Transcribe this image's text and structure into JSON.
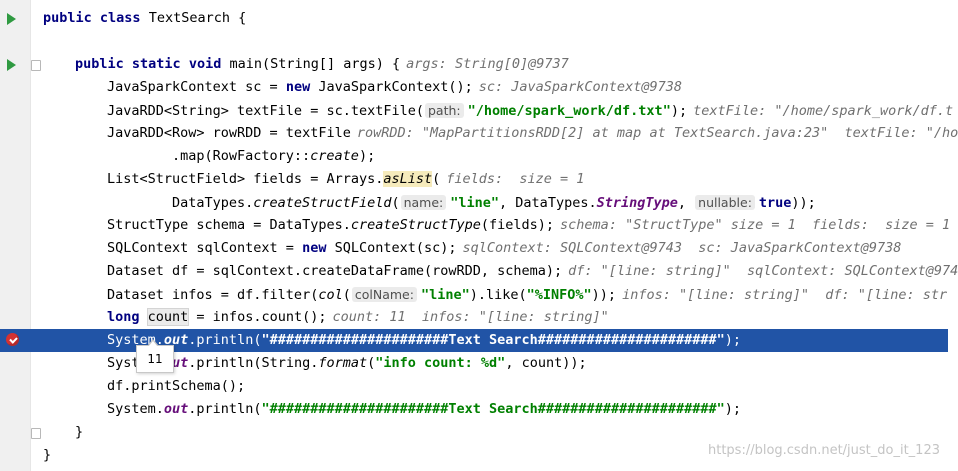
{
  "gutter": {
    "run_icons": [
      "run-class-icon",
      "run-method-icon"
    ],
    "breakpoint_icon": "breakpoint-hit-icon",
    "fold_icon": "fold-icon"
  },
  "code": {
    "l1": {
      "kw1": "public",
      "kw2": "class",
      "rest": " TextSearch {"
    },
    "l3": {
      "kw1": "public",
      "kw2": "static",
      "kw3": "void",
      "rest": " main(String[] args) {",
      "hint": "args: String[0]@9737"
    },
    "l4": {
      "t1": "JavaSparkContext sc = ",
      "kw": "new",
      "t2": " JavaSparkContext();",
      "hint": "sc: JavaSparkContext@9738"
    },
    "l5": {
      "t1": "JavaRDD<String> textFile = sc.textFile(",
      "pname": "path:",
      "str": "\"/home/spark_work/df.txt\"",
      "t2": ");",
      "hint": "textFile: \"/home/spark_work/df.t"
    },
    "l6": {
      "t1": "JavaRDD<Row> rowRDD = textFile",
      "hint": "rowRDD: \"MapPartitionsRDD[2] at map at TextSearch.java:23\"  textFile: \"/ho"
    },
    "l7": {
      "t1": ".map(RowFactory::",
      "ital": "create",
      "t2": ");"
    },
    "l8": {
      "t1": "List<StructField> fields = Arrays.",
      "warn": "asList",
      "t2": "(",
      "hint": "fields:  size = 1"
    },
    "l9": {
      "t1": "DataTypes.",
      "ital": "createStructField",
      "t2": "(",
      "pname1": "name:",
      "str": "\"line\"",
      "t3": ", DataTypes.",
      "sfield": "StringType",
      "t4": ", ",
      "pname2": "nullable:",
      "kw": "true",
      "t5": "));"
    },
    "l10": {
      "t1": "StructType schema = DataTypes.",
      "ital": "createStructType",
      "t2": "(fields);",
      "hint": "schema: \"StructType\" size = 1  fields:  size = 1"
    },
    "l11": {
      "t1": "SQLContext sqlContext = ",
      "kw": "new",
      "t2": " SQLContext(sc);",
      "hint": "sqlContext: SQLContext@9743  sc: JavaSparkContext@9738"
    },
    "l12": {
      "t1": "Dataset df = sqlContext.createDataFrame(rowRDD, schema);",
      "hint": "df: \"[line: string]\"  sqlContext: SQLContext@974"
    },
    "l13": {
      "t1": "Dataset infos = df.filter(",
      "ital": "col",
      "t2": "(",
      "pname": "colName:",
      "str1": "\"line\"",
      "t3": ").like(",
      "str2": "\"%INFO%\"",
      "t4": "));",
      "hint": "infos: \"[line: string]\"  df: \"[line: str"
    },
    "l14": {
      "kw": "long",
      "var": "count",
      "t1": " = infos.count();",
      "hint": "count: 11  infos: \"[line: string]\""
    },
    "l15": {
      "t1": "System.",
      "sfield": "out",
      "t2": ".println(",
      "str": "\"######################Text Search######################\"",
      "t3": ");"
    },
    "l16": {
      "t1": "System.",
      "sfield": "out",
      "t2": ".println(String.",
      "ital": "format",
      "t3": "(",
      "str": "\"info count: %d\"",
      "t4": ", count));"
    },
    "l17": {
      "t1": "df.printSchema();"
    },
    "l18": {
      "t1": "System.",
      "sfield": "out",
      "t2": ".println(",
      "str": "\"######################Text Search######################\"",
      "t3": ");"
    },
    "l19": {
      "t1": "}"
    },
    "l20": {
      "t1": "}"
    }
  },
  "tooltip": {
    "value": "11"
  },
  "watermark": "https://blog.csdn.net/just_do_it_123"
}
